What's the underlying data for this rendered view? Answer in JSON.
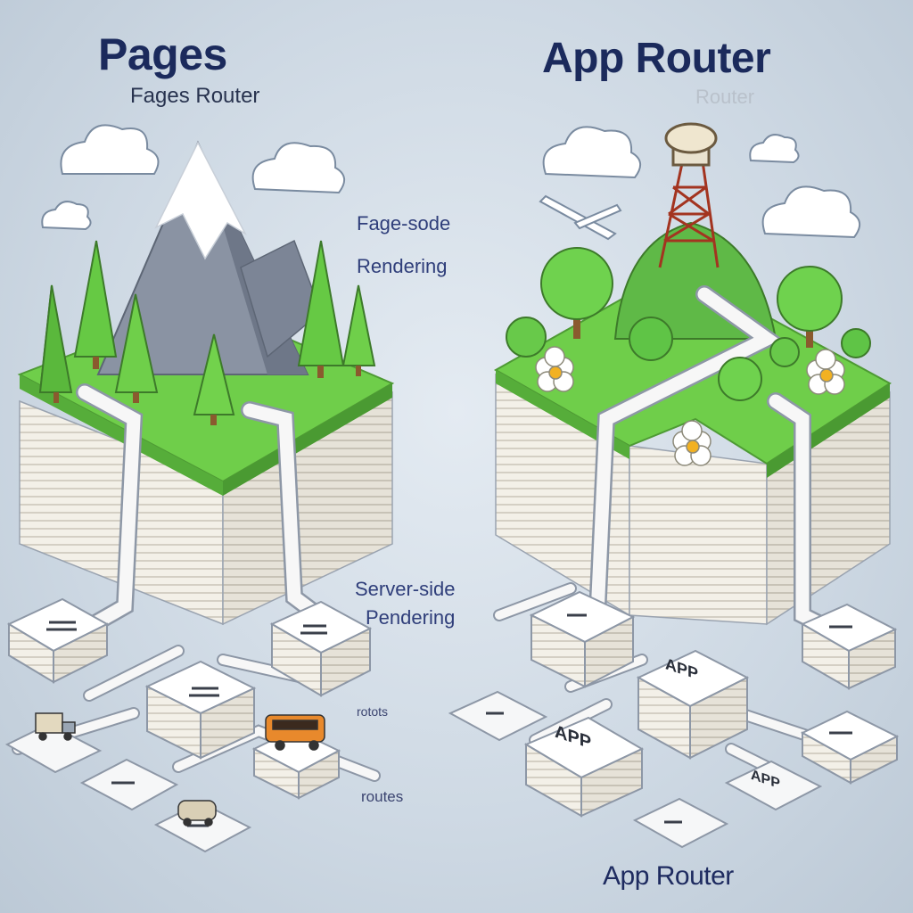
{
  "left_panel": {
    "title": "Pages",
    "subtitle": "Fages Router",
    "note_top_line1": "Fage-sode",
    "note_top_line2": "Rendering",
    "note_mid_line1": "Server-side",
    "note_mid_line2": "Pendering",
    "tag_rotots": "rotots",
    "tag_routes": "routes"
  },
  "right_panel": {
    "title": "App Router",
    "subtitle": "Router",
    "bottom_label": "App Router",
    "tile_labels": [
      "APP",
      "APP",
      "APP"
    ]
  },
  "colors": {
    "grass": "#6fce4a",
    "paper": "#f4f1ea",
    "path": "#f7f7f7",
    "title": "#1b2a5c",
    "tower": "#d04a2e"
  }
}
